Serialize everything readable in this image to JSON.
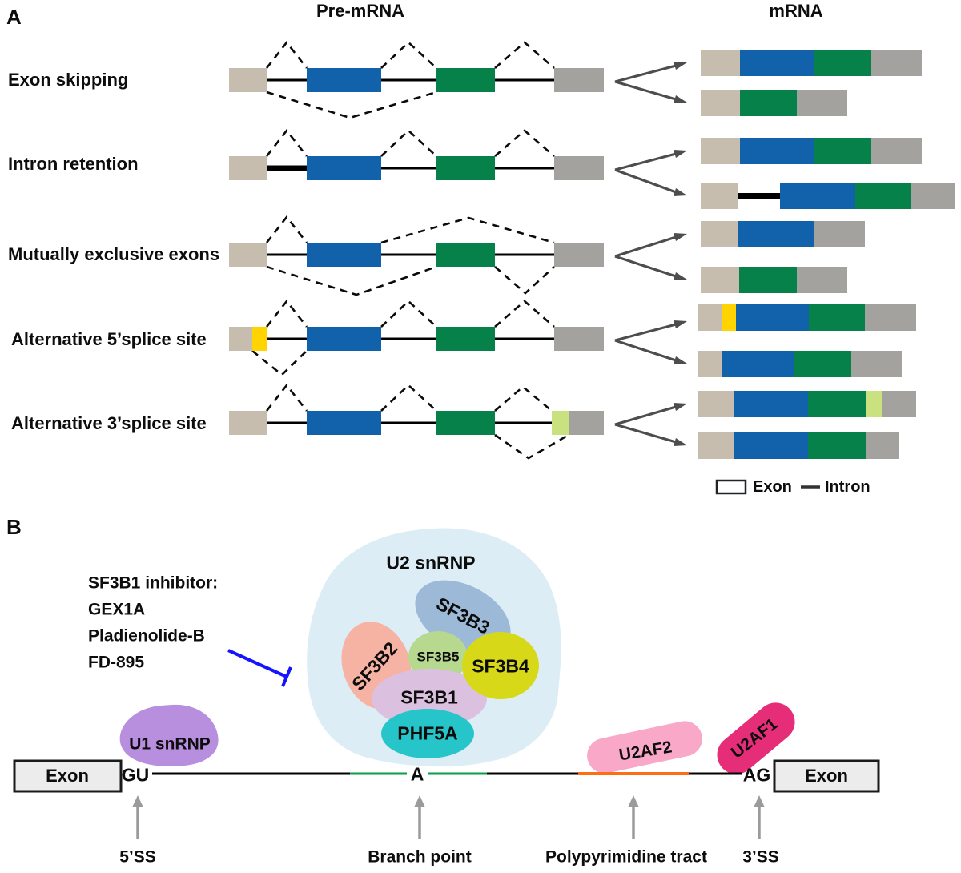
{
  "panel_a": {
    "label": "A",
    "header_pre_mrna": "Pre-mRNA",
    "header_mrna": "mRNA",
    "rows": [
      {
        "label": "Exon skipping",
        "pre_mrna_exons": [
          "tan",
          "blue",
          "green",
          "gray"
        ],
        "mrna_products": [
          [
            "tan",
            "blue",
            "green",
            "gray"
          ],
          [
            "tan",
            "green",
            "gray"
          ]
        ]
      },
      {
        "label": "Intron retention",
        "pre_mrna_exons": [
          "tan",
          "blue",
          "green",
          "gray"
        ],
        "mrna_products": [
          [
            "tan",
            "blue",
            "green",
            "gray"
          ],
          [
            "tan",
            "retained-intron",
            "blue",
            "green",
            "gray"
          ]
        ]
      },
      {
        "label": "Mutually exclusive exons",
        "pre_mrna_exons": [
          "tan",
          "blue",
          "green",
          "gray"
        ],
        "mrna_products": [
          [
            "tan",
            "blue",
            "gray"
          ],
          [
            "tan",
            "green",
            "gray"
          ]
        ]
      },
      {
        "label": "Alternative 5’splice site",
        "pre_mrna_exons": [
          "tan",
          "yellow",
          "blue",
          "green",
          "gray"
        ],
        "mrna_products": [
          [
            "tan",
            "yellow",
            "blue",
            "green",
            "gray"
          ],
          [
            "tan",
            "blue",
            "green",
            "gray"
          ]
        ]
      },
      {
        "label": "Alternative 3’splice site",
        "pre_mrna_exons": [
          "tan",
          "blue",
          "green",
          "pale-green",
          "gray"
        ],
        "mrna_products": [
          [
            "tan",
            "blue",
            "green",
            "pale-green",
            "gray"
          ],
          [
            "tan",
            "blue",
            "green",
            "gray"
          ]
        ]
      }
    ],
    "legend": {
      "exon_label": "Exon",
      "intron_label": "Intron"
    }
  },
  "panel_b": {
    "label": "B",
    "inhibitor": {
      "line1": "SF3B1 inhibitor:",
      "line2": "GEX1A",
      "line3": "Pladienolide-B",
      "line4": "FD-895"
    },
    "complex": {
      "u2_snrnp": "U2 snRNP",
      "sf3b3": "SF3B3",
      "sf3b2": "SF3B2",
      "sf3b5": "SF3B5",
      "sf3b4": "SF3B4",
      "sf3b1": "SF3B1",
      "phf5a": "PHF5A"
    },
    "u1_snrnp": "U1 snRNP",
    "u2af2": "U2AF2",
    "u2af1": "U2AF1",
    "exon_left": "Exon",
    "exon_right": "Exon",
    "splice_sequences": {
      "donor": "GU",
      "branch_a": "A",
      "acceptor": "AG"
    },
    "site_labels": {
      "five_ss": "5’SS",
      "branch_point": "Branch point",
      "polypyrimidine": "Polypyrimidine tract",
      "three_ss": "3’SS"
    }
  },
  "colors": {
    "exon_tan": "#c7bdae",
    "exon_blue": "#1162aa",
    "exon_green": "#07814a",
    "exon_gray": "#a3a29e",
    "exon_yellow": "#ffd400",
    "exon_pale_green": "#c9e17f",
    "intron_black": "#000000",
    "fork_arrow": "#4d4d4d",
    "u2_blob": "#dcedf6",
    "sf3b3": "#9db9d8",
    "sf3b2": "#f6b2a2",
    "sf3b5": "#b6d88f",
    "sf3b4": "#d7d918",
    "sf3b1": "#dcc0e0",
    "phf5a": "#26c5c9",
    "u1_snrnp": "#b88ede",
    "u2af2": "#f9a9c7",
    "u2af1": "#e62d78",
    "inhibitor_line": "#1414ff",
    "exon_box_fill": "#ececec",
    "polypyrimidine_orange": "#ff6d16",
    "branch_green": "#0a9e4e",
    "site_arrow_gray": "#9b9b9b"
  }
}
